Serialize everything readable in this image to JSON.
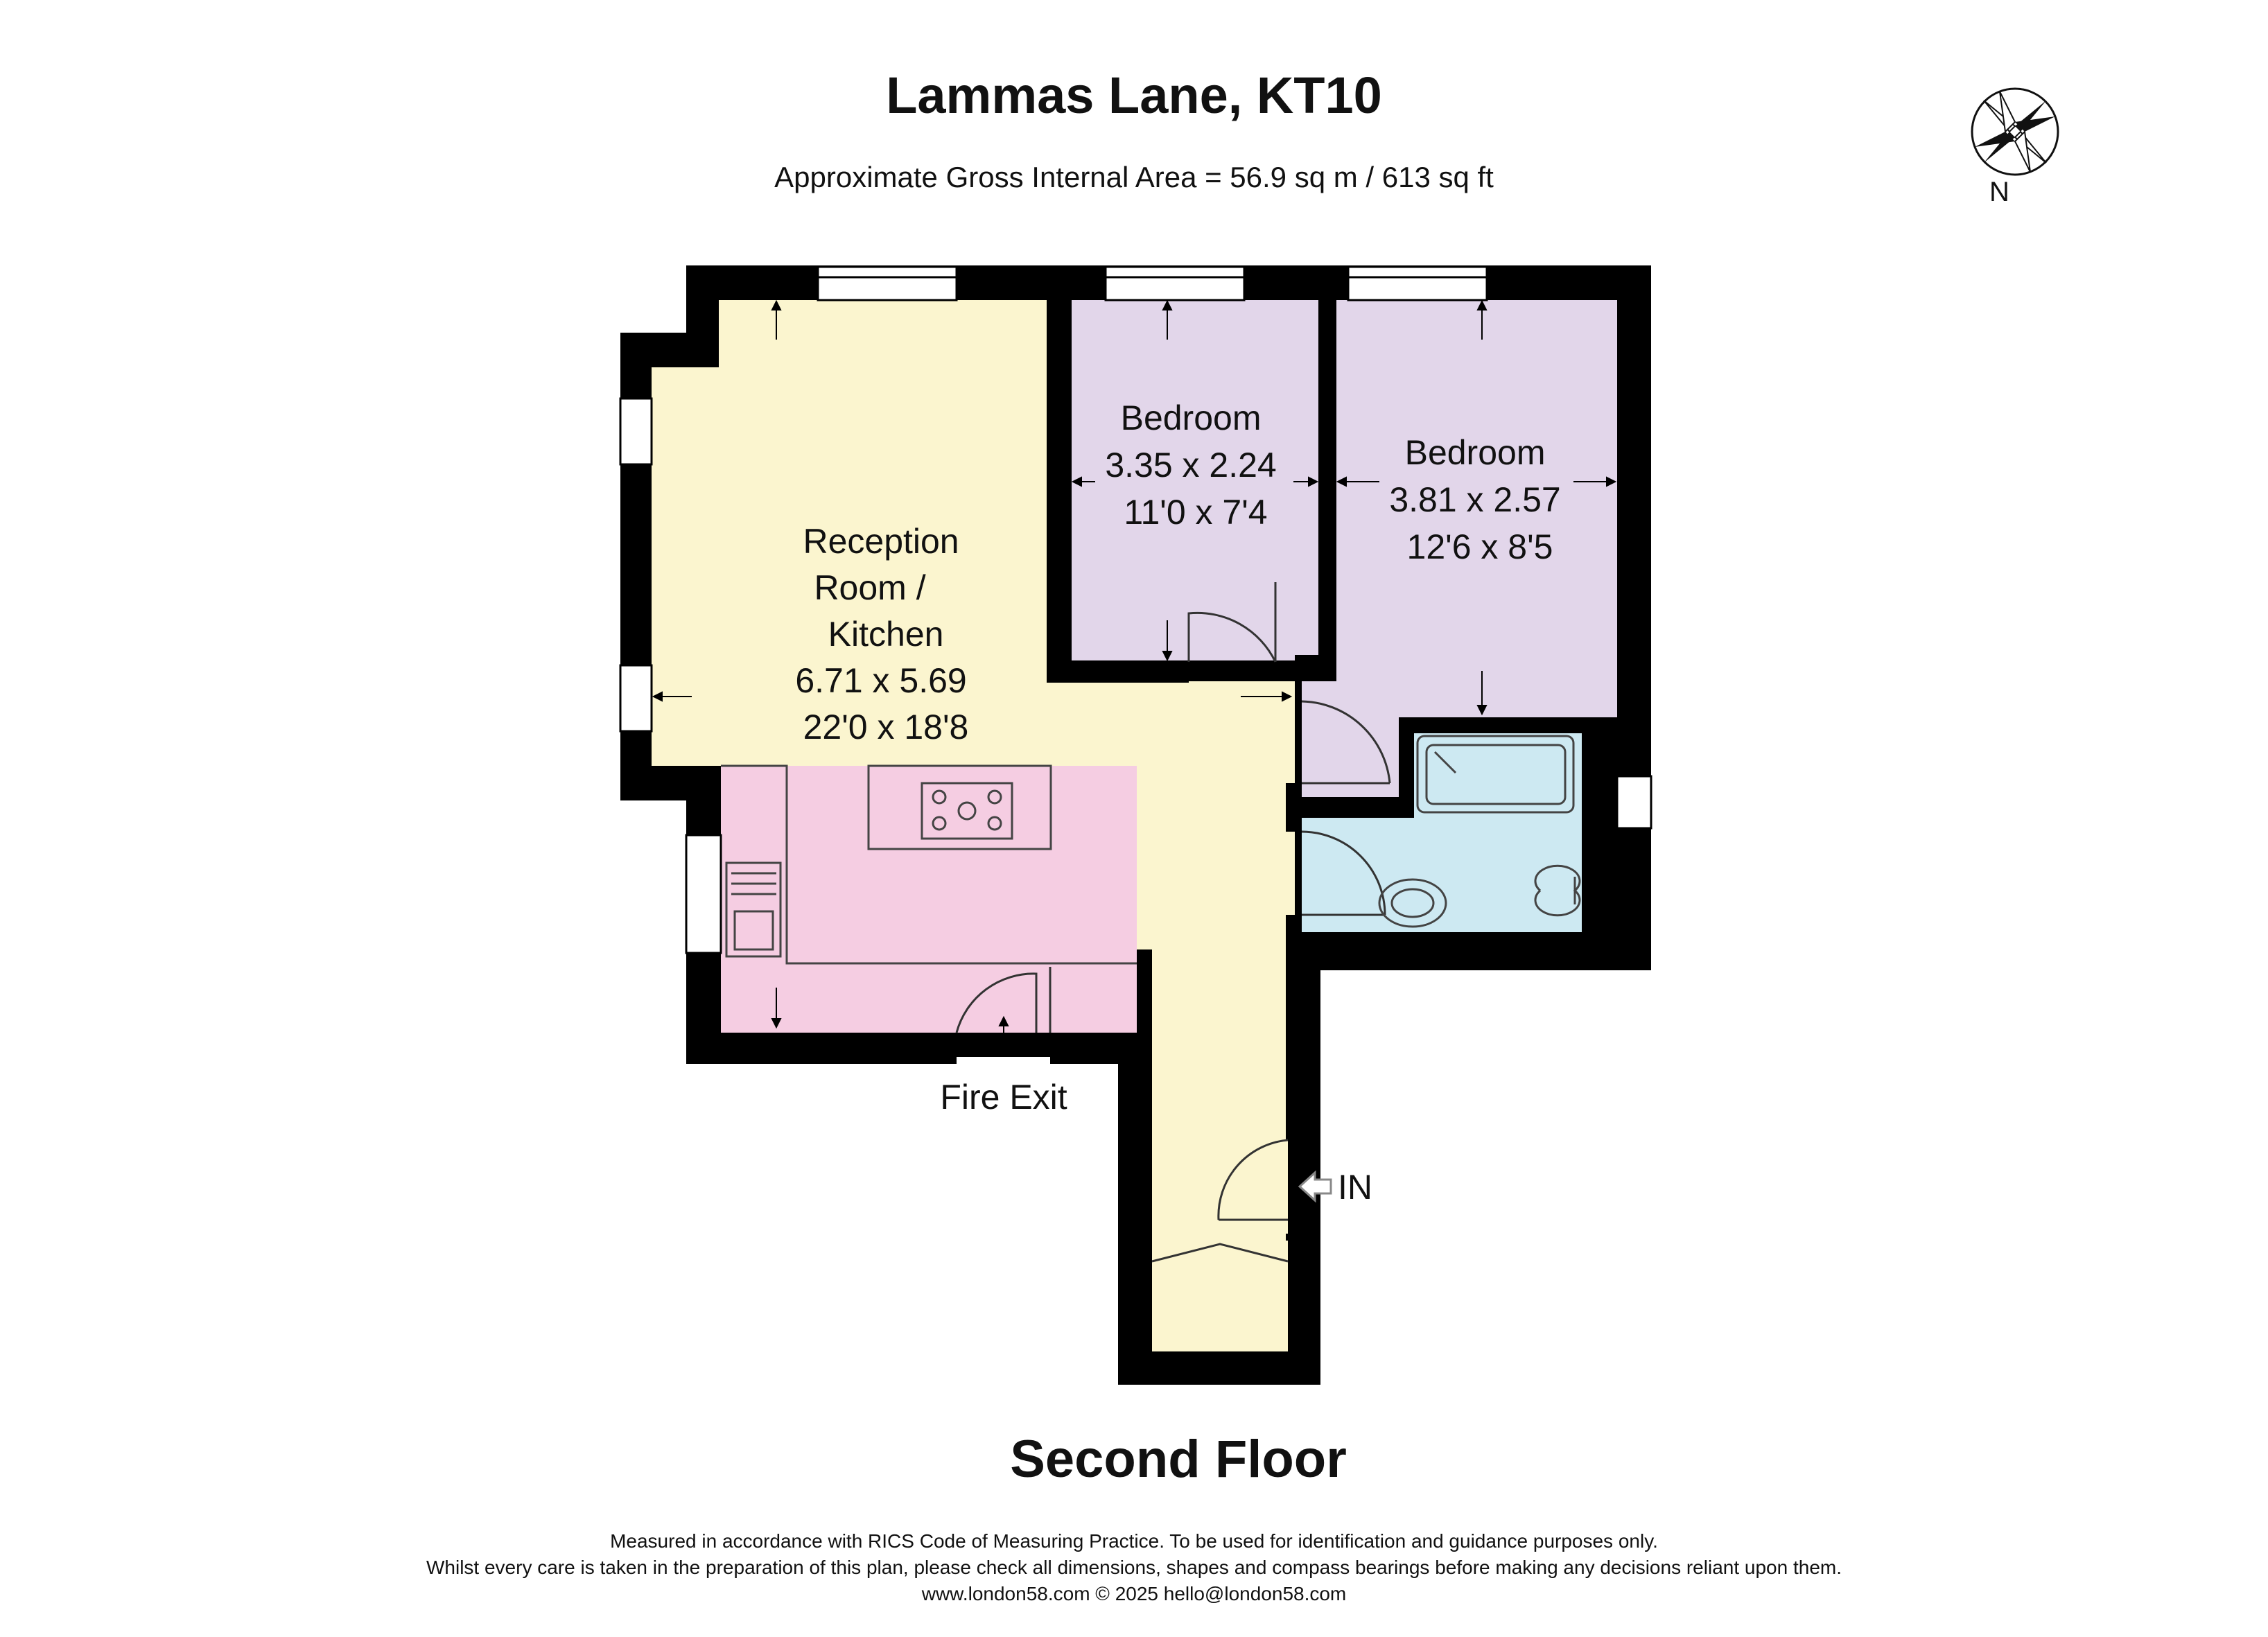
{
  "header": {
    "address": "Lammas Lane, KT10",
    "area": "Approximate Gross Internal Area = 56.9 sq m / 613 sq ft"
  },
  "compass": {
    "label": "N",
    "icon": "compass-rose-icon"
  },
  "rooms": {
    "reception": {
      "name_lines": [
        "Reception",
        "Room /",
        "Kitchen"
      ],
      "metric": "6.71 x 5.69",
      "imperial": "22'0 x 18'8",
      "color": "#fbf5cf"
    },
    "bedroom1": {
      "name": "Bedroom",
      "metric": "3.35 x 2.24",
      "imperial": "11'0 x 7'4",
      "color": "#e2d6ea"
    },
    "bedroom2": {
      "name": "Bedroom",
      "metric": "3.81 x 2.57",
      "imperial": "12'6 x 8'5",
      "color": "#e2d6ea"
    },
    "kitchen_area_color": "#f5cde2",
    "bathroom_color": "#cde9f2"
  },
  "labels": {
    "fire_exit": "Fire Exit",
    "entrance": "IN"
  },
  "floor": "Second Floor",
  "footer": {
    "line1": "Measured in accordance with RICS Code of Measuring Practice. To be used for identification and guidance purposes only.",
    "line2": "Whilst every care is taken in the preparation of this plan, please check all dimensions, shapes and compass bearings before making any decisions reliant upon them.",
    "line3": "www.london58.com © 2025 hello@london58.com"
  },
  "colors": {
    "wall": "#000000",
    "window": "#ffffff",
    "fixture_stroke": "#444444"
  }
}
